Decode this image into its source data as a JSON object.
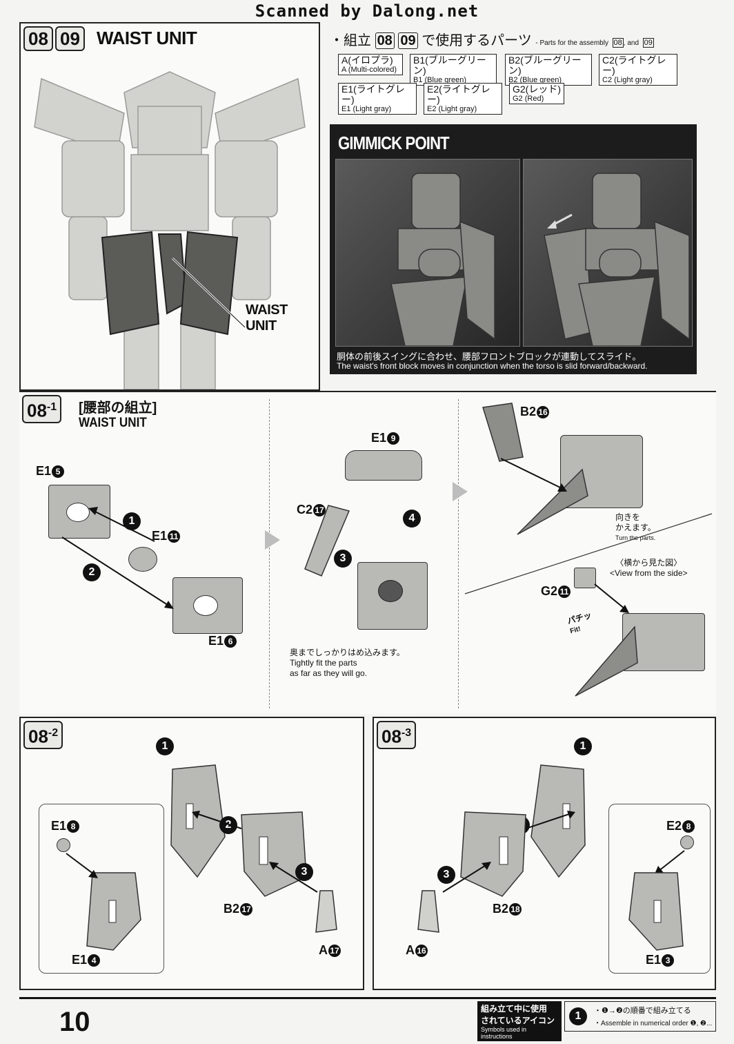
{
  "scan_credit": "Scanned by Dalong.net",
  "page_number": "10",
  "header": {
    "step_a": "08",
    "step_b": "09",
    "title": "WAIST UNIT",
    "figure_label": "WAIST UNIT"
  },
  "parts": {
    "heading_prefix": "・組立",
    "heading_a": "08",
    "heading_b": "09",
    "heading_jp": "で使用するパーツ",
    "heading_en": "- Parts for the assembly",
    "heading_en_and": ", and",
    "items": [
      {
        "jp": "A(イロプラ)",
        "en": "A (Multi-colored)"
      },
      {
        "jp": "B1(ブルーグリーン)",
        "en": "B1 (Blue green)"
      },
      {
        "jp": "B2(ブルーグリーン)",
        "en": "B2 (Blue green)"
      },
      {
        "jp": "C2(ライトグレー)",
        "en": "C2 (Light gray)"
      },
      {
        "jp": "E1(ライトグレー)",
        "en": "E1 (Light gray)"
      },
      {
        "jp": "E2(ライトグレー)",
        "en": "E2 (Light gray)"
      },
      {
        "jp": "G2(レッド)",
        "en": "G2 (Red)"
      }
    ]
  },
  "gimmick": {
    "title": "GIMMICK POINT",
    "caption_jp": "胴体の前後スイングに合わせ、腰部フロントブロックが連動してスライド。",
    "caption_en": "The waist's front block moves in conjunction when the torso is slid forward/backward."
  },
  "step81": {
    "num": "08",
    "sub": "-1",
    "title_jp": "[腰部の組立]",
    "title_en": "WAIST UNIT",
    "labels": {
      "e1_5": "E1",
      "e1_11": "E1",
      "e1_6": "E1",
      "e1_9": "E1",
      "c2_17": "C2",
      "b2_16": "B2",
      "g2_11": "G2"
    },
    "nums": {
      "n5": "5",
      "n11": "11",
      "n6": "6",
      "n9": "9",
      "n17": "17",
      "n16": "16",
      "g11": "11"
    },
    "steps": [
      "1",
      "2",
      "3",
      "4"
    ],
    "note_fit_jp": "奥までしっかりはめ込みます。",
    "note_fit_en1": "Tightly fit the parts",
    "note_fit_en2": "as far as they will go.",
    "note_turn_jp1": "向きを",
    "note_turn_jp2": "かえます。",
    "note_turn_en": "Turn the parts.",
    "side_view_jp": "〈横から見た図〉",
    "side_view_en": "<View from the side>",
    "fit_jp": "パチッ",
    "fit_en": "Fit!"
  },
  "step82": {
    "num": "08",
    "sub": "-2",
    "labels": {
      "e1_8": "E1",
      "b2_17": "B2",
      "a_17": "A",
      "e1_4": "E1"
    },
    "nums": {
      "n8": "8",
      "n17": "17",
      "a17": "17",
      "n4": "4"
    },
    "steps": [
      "1",
      "2",
      "3"
    ]
  },
  "step83": {
    "num": "08",
    "sub": "-3",
    "labels": {
      "e2_8": "E2",
      "b2_18": "B2",
      "a_16": "A",
      "e1_3": "E1"
    },
    "nums": {
      "n8": "8",
      "n18": "18",
      "a16": "16",
      "n3": "3"
    },
    "steps": [
      "1",
      "2",
      "3"
    ]
  },
  "footer": {
    "icons_jp1": "組み立て中に使用",
    "icons_jp2": "されているアイコン",
    "icons_en": "Symbols used in instructions",
    "order_jp": "・❶→❷の順番で組み立てる",
    "order_en": "・Assemble in numerical order ❶, ❷..."
  }
}
